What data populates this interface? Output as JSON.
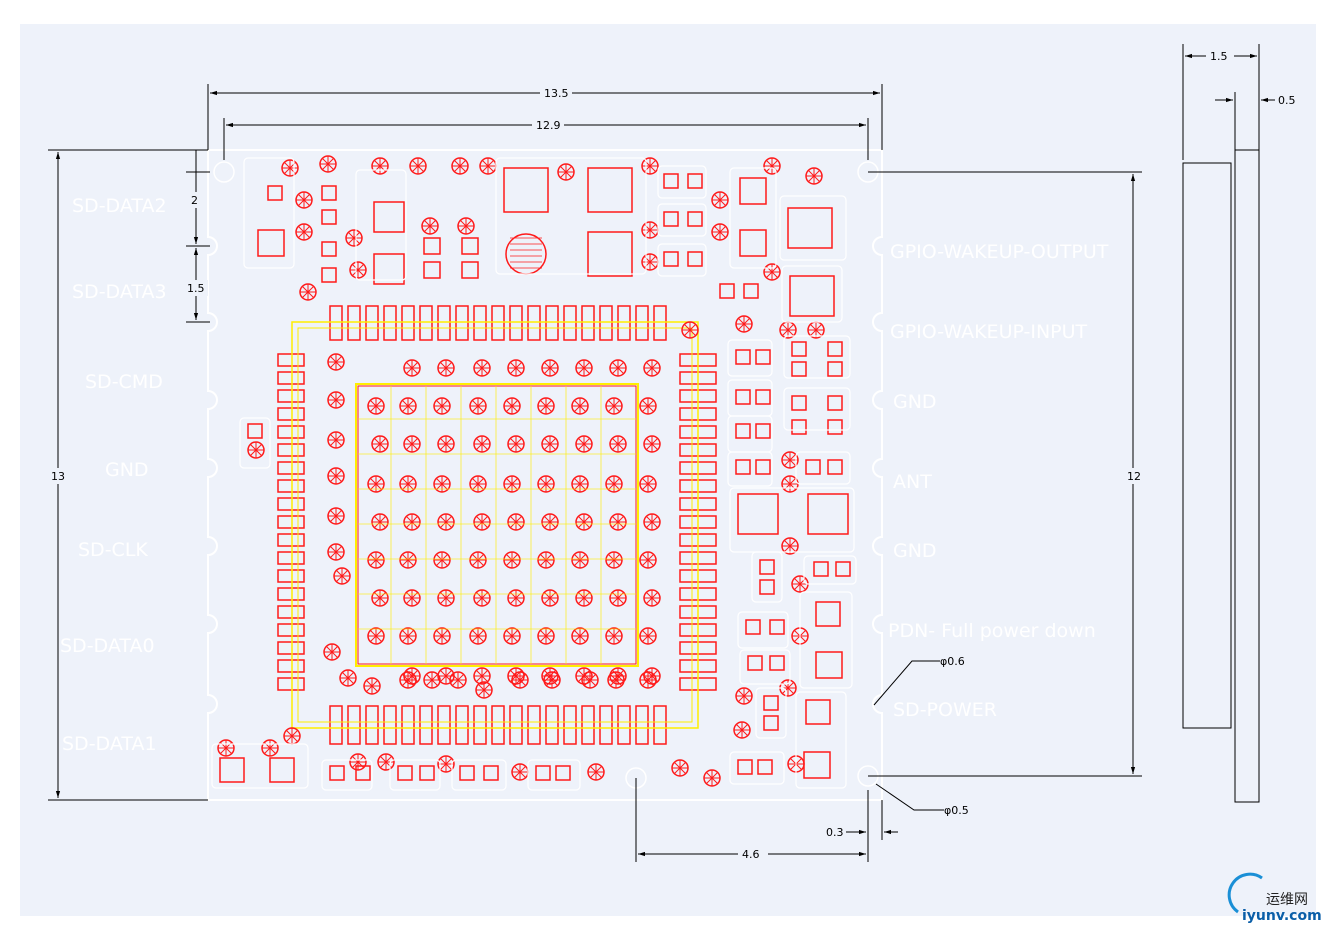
{
  "dimensions": {
    "total_width": "13.5",
    "hole_span_width": "12.9",
    "total_height": "13",
    "hole_span_height": "12",
    "pitch_first": "2",
    "pitch": "1.5",
    "bottom_offset": "4.6",
    "edge_offset": "0.3",
    "side_thickness": "1.5",
    "side_step": "0.5",
    "hole_large": "φ0.6",
    "hole_small": "φ0.5"
  },
  "left_pins": [
    "SD-DATA2",
    "SD-DATA3",
    "SD-CMD",
    "GND",
    "SD-CLK",
    "SD-DATA0",
    "SD-DATA1"
  ],
  "right_pins": [
    "GPIO-WAKEUP-OUTPUT",
    "GPIO-WAKEUP-INPUT",
    "GND",
    "ANT",
    "GND",
    "PDN- Full power down",
    "SD-POWER"
  ],
  "watermark": {
    "cn": "运维网",
    "url": "iyunv.com"
  },
  "colors": {
    "background": "#eef2fa",
    "pad": "#ff1a1a",
    "trace": "#ffee00",
    "silk": "#ffffff",
    "line": "#000000"
  }
}
